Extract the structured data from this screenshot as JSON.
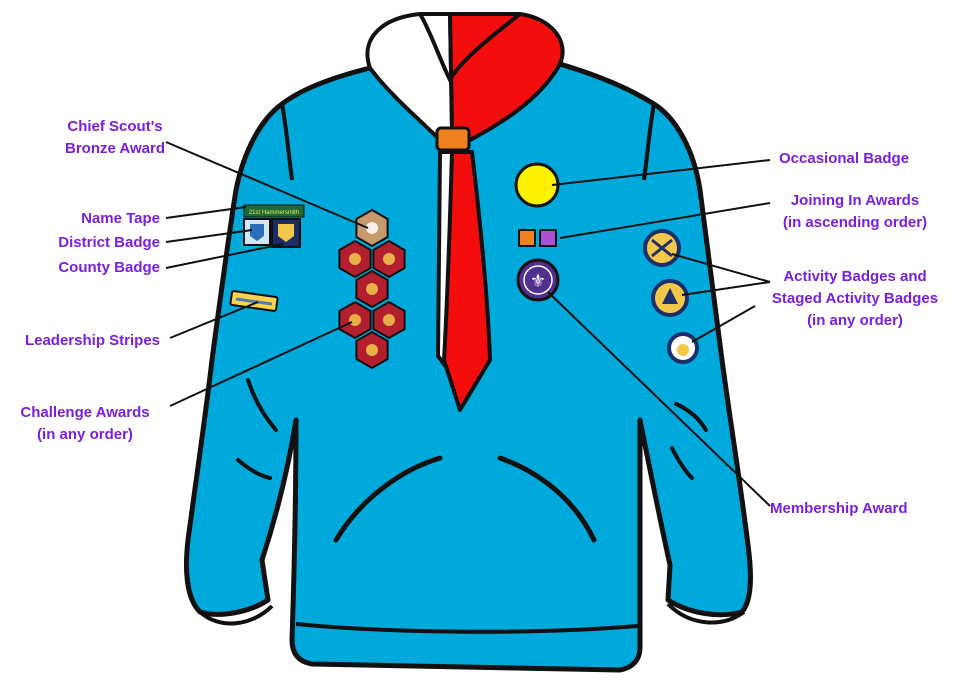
{
  "colors": {
    "label": "#7a1fe0",
    "sweater": "#00a9dc",
    "outline": "#111111",
    "scarf_red": "#f40d0d",
    "scarf_white": "#ffffff",
    "woggle": "#f08222",
    "challenge_badge": "#b31f2e",
    "bronze_badge": "#c79a6e",
    "occasional_badge": "#fff200",
    "membership_badge": "#52308e",
    "activity_badge": "#f3c84a",
    "activity_badge_ring": "#1d2f6b",
    "stripe": "#ffd34a"
  },
  "labels": {
    "chief_scout": [
      "Chief Scout's",
      "Bronze Award"
    ],
    "name_tape": "Name Tape",
    "district_badge": "District Badge",
    "county_badge": "County Badge",
    "leadership_stripes": "Leadership Stripes",
    "challenge_awards": [
      "Challenge Awards",
      "(in any order)"
    ],
    "occasional_badge": "Occasional Badge",
    "joining_in": [
      "Joining In Awards",
      "(in ascending order)"
    ],
    "activity_badges": [
      "Activity Badges and",
      "Staged Activity Badges",
      "(in any order)"
    ],
    "membership_award": "Membership Award"
  },
  "badges": {
    "name_tape_text": "21st Hammersmith"
  },
  "icons": {
    "membership": "fleur-de-lis-icon",
    "activity": "activity-badge-icon",
    "challenge": "challenge-award-icon"
  }
}
